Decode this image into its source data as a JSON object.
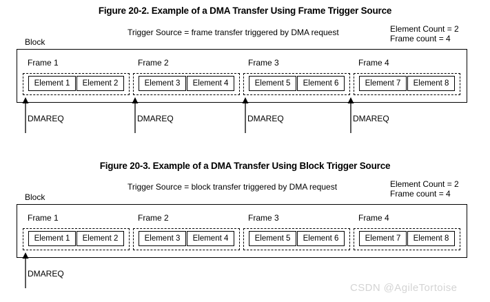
{
  "watermark": "CSDN @AgileTortoise",
  "figures": [
    {
      "title": "Figure 20-2. Example of a DMA Transfer Using Frame Trigger Source",
      "trigger_source": "Trigger Source = frame transfer triggered by DMA request",
      "element_count": "Element Count = 2",
      "frame_count": "Frame count = 4",
      "block_label": "Block",
      "frames": [
        {
          "label": "Frame 1",
          "elements": [
            "Element 1",
            "Element 2"
          ]
        },
        {
          "label": "Frame 2",
          "elements": [
            "Element 3",
            "Element 4"
          ]
        },
        {
          "label": "Frame 3",
          "elements": [
            "Element 5",
            "Element 6"
          ]
        },
        {
          "label": "Frame 4",
          "elements": [
            "Element 7",
            "Element 8"
          ]
        }
      ],
      "dmareq_signals": [
        "DMAREQ",
        "DMAREQ",
        "DMAREQ",
        "DMAREQ"
      ]
    },
    {
      "title": "Figure 20-3. Example of a DMA Transfer Using Block Trigger Source",
      "trigger_source": "Trigger Source = block transfer triggered by DMA request",
      "element_count": "Element Count = 2",
      "frame_count": "Frame count = 4",
      "block_label": "Block",
      "frames": [
        {
          "label": "Frame 1",
          "elements": [
            "Element 1",
            "Element 2"
          ]
        },
        {
          "label": "Frame 2",
          "elements": [
            "Element 3",
            "Element 4"
          ]
        },
        {
          "label": "Frame 3",
          "elements": [
            "Element 5",
            "Element 6"
          ]
        },
        {
          "label": "Frame 4",
          "elements": [
            "Element 7",
            "Element 8"
          ]
        }
      ],
      "dmareq_signals": [
        "DMAREQ"
      ]
    }
  ]
}
